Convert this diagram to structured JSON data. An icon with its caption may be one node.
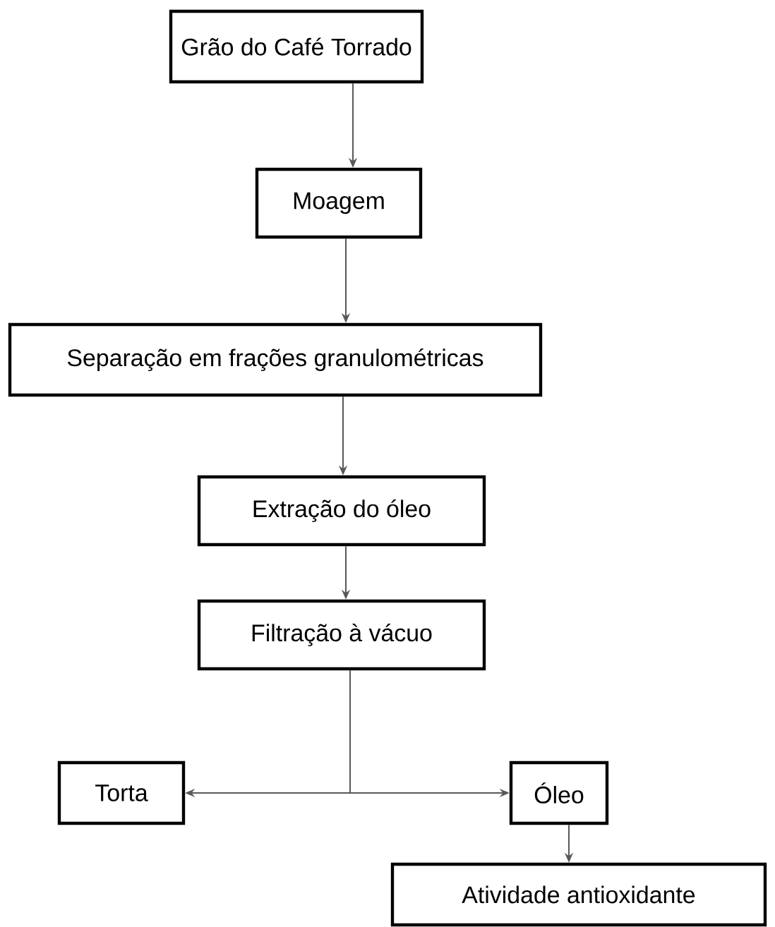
{
  "diagram": {
    "nodes": [
      {
        "text": [
          "Grão do Café Torrado"
        ]
      },
      {
        "text": [
          "Moagem"
        ]
      },
      {
        "text": [
          "Separação em frações granulométricas"
        ]
      },
      {
        "text": [
          "Extração do óleo"
        ]
      },
      {
        "text": [
          "Filtração à vácuo"
        ]
      },
      {
        "text": [
          "Torta"
        ]
      },
      {
        "text": [
          "Óleo"
        ]
      },
      {
        "text": [
          "Atividade antioxidante"
        ]
      }
    ],
    "edges": [
      {
        "from": 0,
        "to": 1,
        "arrow": "to"
      },
      {
        "from": 1,
        "to": 2,
        "arrow": "to"
      },
      {
        "from": 2,
        "to": 3,
        "arrow": "to"
      },
      {
        "from": 3,
        "to": 4,
        "arrow": "to"
      },
      {
        "from": 4,
        "to": 5,
        "arrow": "to"
      },
      {
        "from": 4,
        "to": 6,
        "arrow": "to"
      },
      {
        "from": 6,
        "to": 7,
        "arrow": "to"
      }
    ]
  }
}
